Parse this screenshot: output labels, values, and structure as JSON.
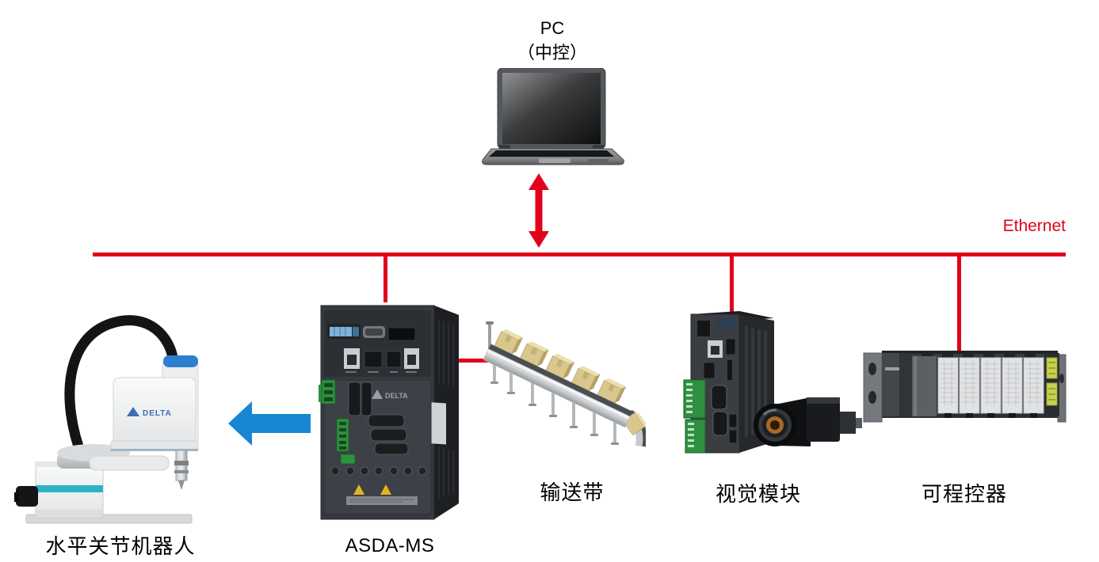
{
  "pc": {
    "line1": "PC",
    "line2": "（中控）"
  },
  "ethernet": {
    "label": "Ethernet"
  },
  "labels": {
    "robot": "水平关节机器人",
    "asda": "ASDA-MS",
    "conveyor": "输送带",
    "vision": "视觉模块",
    "plc": "可程控器"
  },
  "logos": {
    "delta": "DELTA"
  },
  "colors": {
    "bus_red": "#e3001b",
    "arrow_blue": "#1787d3",
    "label_text": "#000000",
    "device_dark": "#36393e",
    "device_side": "#1d1f22",
    "panel_mid": "#2c2f33",
    "green_terminal": "#2e9040",
    "warn_yellow": "#e7b41f",
    "box_tan": "#d9c78e",
    "box_tan_dark": "#b3a167",
    "box_tan_light": "#ecdfae",
    "belt_silver": "#cdd0d2",
    "belt_dark": "#4a4d51",
    "robot_white": "#f4f5f6",
    "robot_teal": "#2db4c4",
    "robot_blue_cap": "#2e7ece",
    "plc_module_white": "#e0e2e4",
    "plc_connector_green": "#c6d14e",
    "camera_amber": "#a96a24",
    "delta_logo_blue": "#3f6db5"
  }
}
